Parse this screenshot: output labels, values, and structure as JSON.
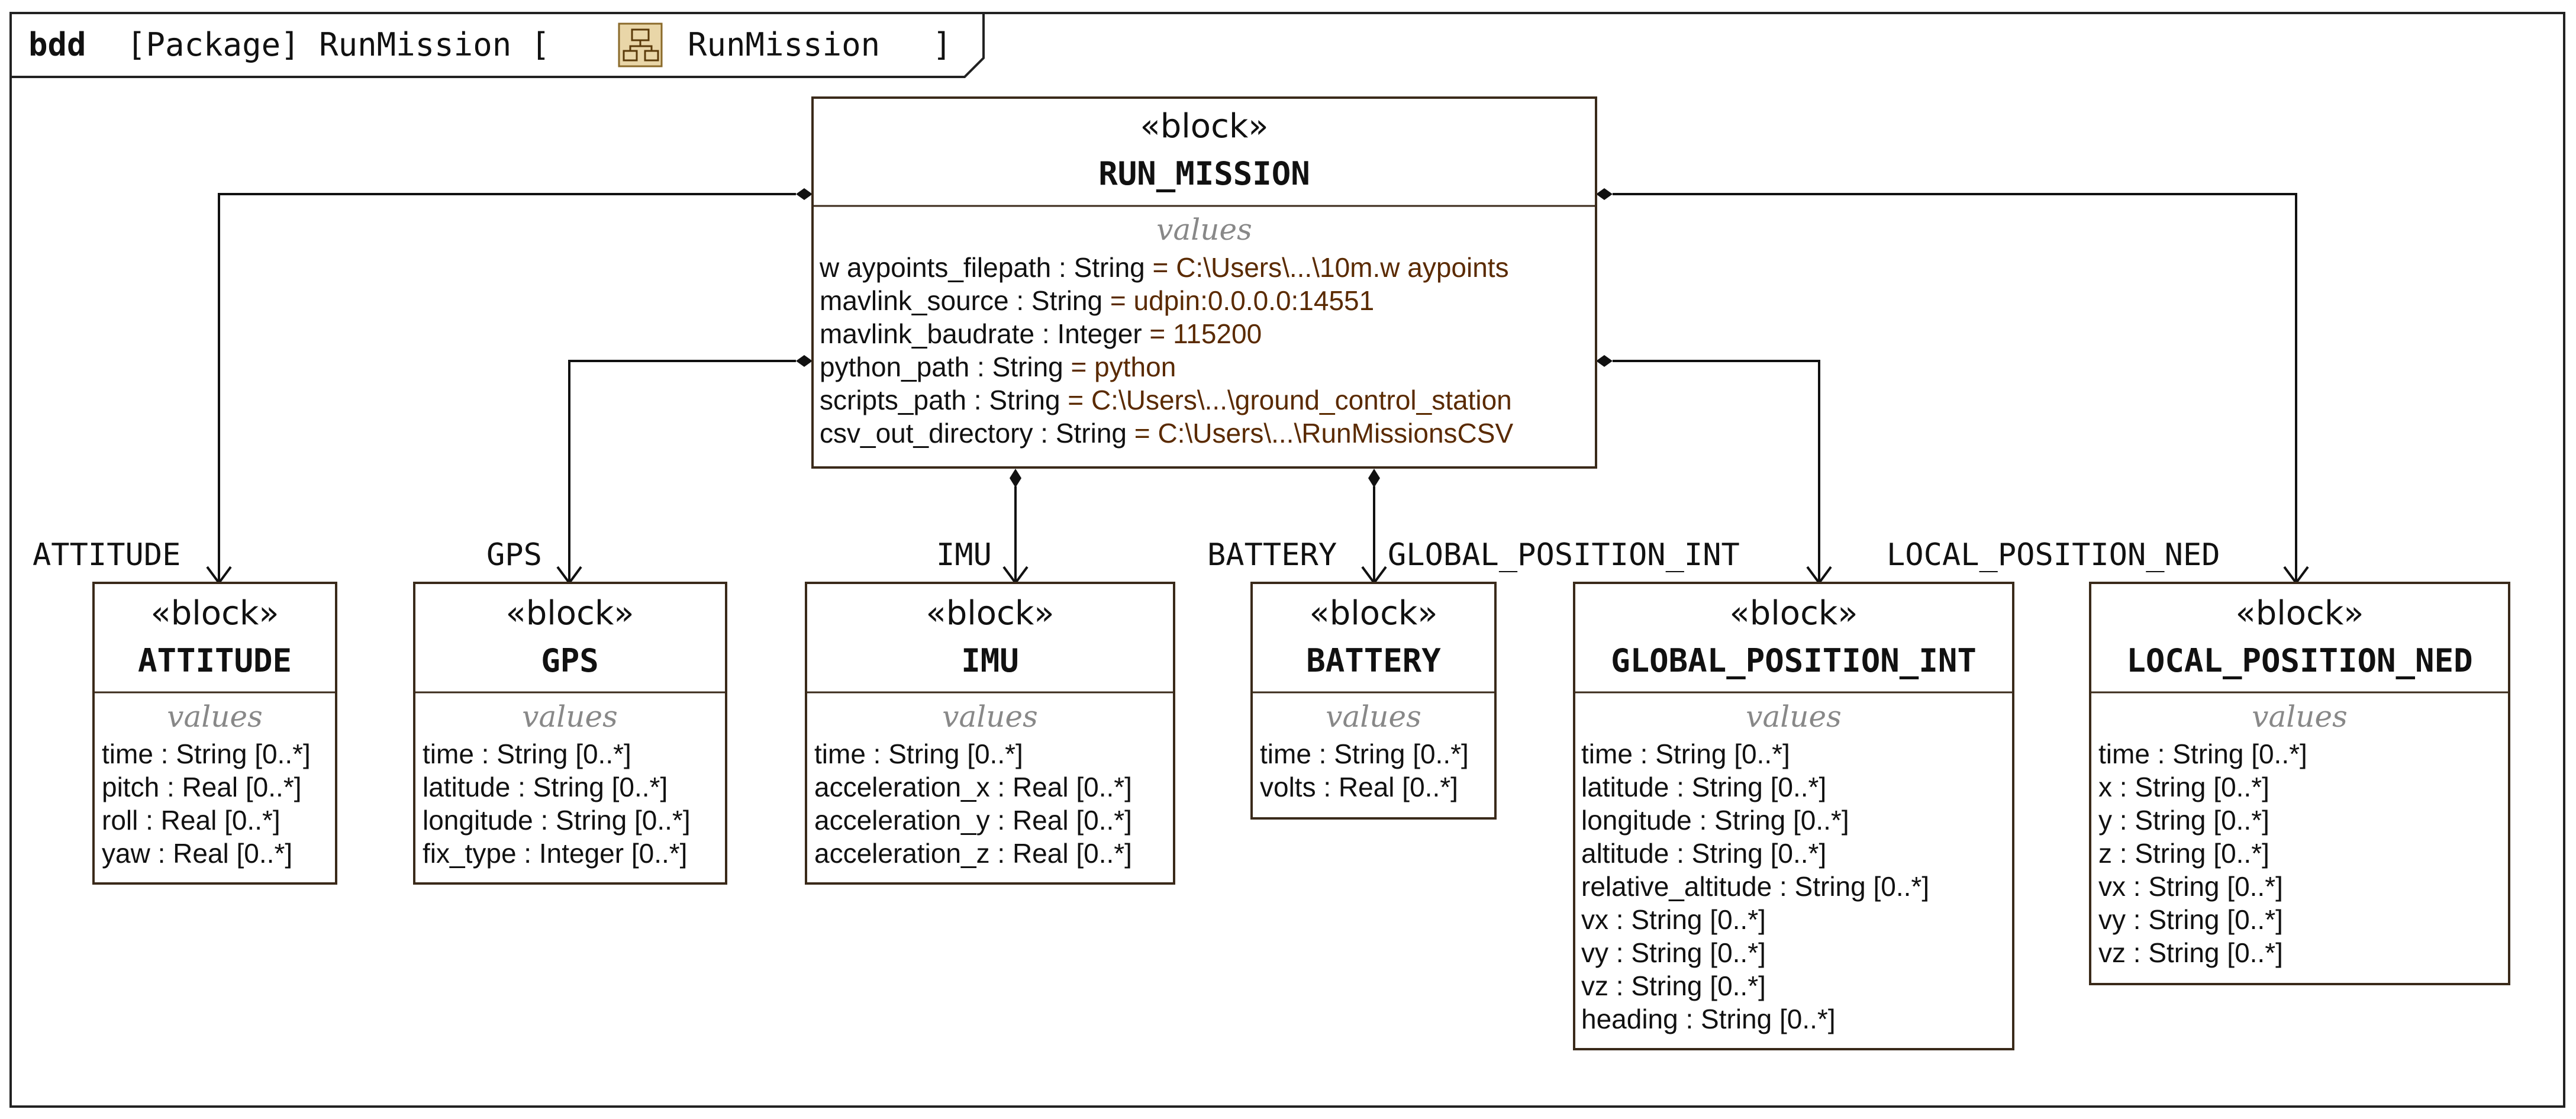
{
  "frame": {
    "kind": "bdd",
    "title_left": "[Package] RunMission [",
    "title_name": "RunMission",
    "title_right": "]",
    "icon": "package-diagram-icon"
  },
  "stereotype": "«block»",
  "compartment_label": "values",
  "blocks": {
    "run_mission": {
      "name": "RUN_MISSION",
      "values": [
        {
          "name": "w aypoints_filepath",
          "type": " : String",
          "default": " = C:\\Users\\...\\10m.w aypoints"
        },
        {
          "name": "mavlink_source",
          "type": " : String",
          "default": " = udpin:0.0.0.0:14551"
        },
        {
          "name": "mavlink_baudrate",
          "type": " : Integer",
          "default": " = 115200"
        },
        {
          "name": "python_path",
          "type": " : String",
          "default": " = python"
        },
        {
          "name": "scripts_path",
          "type": " : String",
          "default": " = C:\\Users\\...\\ground_control_station"
        },
        {
          "name": "csv_out_directory",
          "type": " : String",
          "default": " = C:\\Users\\...\\RunMissionsCSV"
        }
      ]
    },
    "attitude": {
      "name": "ATTITUDE",
      "role": "ATTITUDE",
      "values": [
        "time : String [0..*]",
        "pitch : Real [0..*]",
        "roll : Real [0..*]",
        "yaw  : Real [0..*]"
      ]
    },
    "gps": {
      "name": "GPS",
      "role": "GPS",
      "values": [
        "time : String [0..*]",
        "latitude : String [0..*]",
        "longitude : String [0..*]",
        "fix_type : Integer [0..*]"
      ]
    },
    "imu": {
      "name": "IMU",
      "role": "IMU",
      "values": [
        "time : String [0..*]",
        "acceleration_x : Real [0..*]",
        "acceleration_y : Real [0..*]",
        "acceleration_z : Real [0..*]"
      ]
    },
    "battery": {
      "name": "BATTERY",
      "role": "BATTERY",
      "values": [
        "time : String [0..*]",
        "volts : Real [0..*]"
      ]
    },
    "global_position_int": {
      "name": "GLOBAL_POSITION_INT",
      "role": "GLOBAL_POSITION_INT",
      "values": [
        "time : String [0..*]",
        "latitude : String [0..*]",
        "longitude : String [0..*]",
        "altitude : String [0..*]",
        "relative_altitude : String [0..*]",
        "vx : String [0..*]",
        "vy : String [0..*]",
        "vz : String [0..*]",
        "heading : String [0..*]"
      ]
    },
    "local_position_ned": {
      "name": "LOCAL_POSITION_NED",
      "role": "LOCAL_POSITION_NED",
      "values": [
        "time : String [0..*]",
        "x : String [0..*]",
        "y : String [0..*]",
        "z : String [0..*]",
        "vx : String [0..*]",
        "vy : String [0..*]",
        "vz : String [0..*]"
      ]
    }
  }
}
